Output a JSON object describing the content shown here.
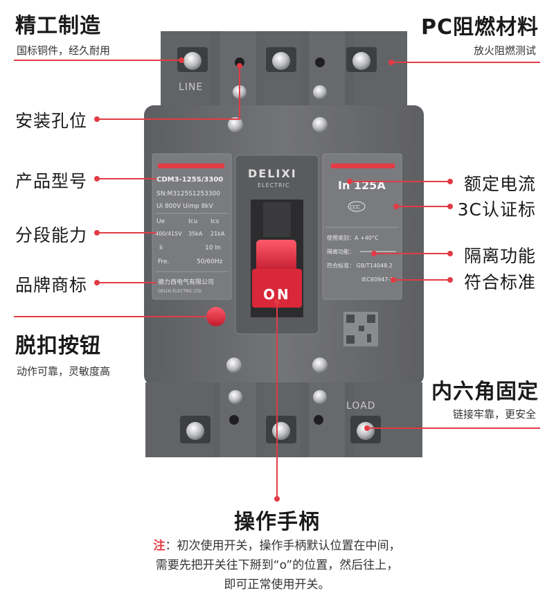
{
  "callouts": {
    "copper": {
      "title": "精工制造",
      "sub": "国标铜件，经久耐用"
    },
    "pc": {
      "title": "PC阻燃材料",
      "sub": "放火阻燃测试"
    },
    "hole": {
      "title": "安装孔位"
    },
    "model": {
      "title": "产品型号"
    },
    "breaking": {
      "title": "分段能力"
    },
    "brand": {
      "title": "品牌商标"
    },
    "release": {
      "title": "脱扣按钮",
      "sub": "动作可靠，灵敏度高"
    },
    "rated": {
      "title": "额定电流"
    },
    "cert": {
      "title": "3C认证标"
    },
    "isolation": {
      "title": "隔离功能"
    },
    "standard": {
      "title": "符合标准"
    },
    "hex": {
      "title": "内六角固定",
      "sub": "链接牢靠，更安全"
    },
    "handle": {
      "title": "操作手柄"
    }
  },
  "device": {
    "line_label": "LINE",
    "load_label": "LOAD",
    "logo": "DELIXI",
    "logo_sub": "ELECTRIC",
    "on_label": "ON",
    "left_plate": {
      "model": "CDM3-125S/3300",
      "serial": "SN:M3125S1253300",
      "voltage": "Ui 800V  Uimp 8kV",
      "h_ue": "Ue",
      "h_icu": "Icu",
      "h_ics": "Ics",
      "r_ue": "400/415V",
      "r_icu": "35kA",
      "r_ics": "21kA",
      "li": "Ii",
      "li_val": "10 In",
      "fre": "Fre.",
      "fre_val": "50/60Hz",
      "brand_cn": "德力西电气有限公司",
      "brand_en": "DELIXI ELECTRIC LTD"
    },
    "right_plate": {
      "rated": "In 125A",
      "ccc": "CCC",
      "usage": "使用类别：A   +40°C",
      "isolation": "隔离功能：",
      "standard": "符合标准：  GB/T14048.2",
      "iec": "IEC60947-2"
    }
  },
  "note": {
    "label": "注",
    "line1": "：初次使用开关，操作手柄默认位置在中间，",
    "line2": "需要先把开关往下掰到“o”的位置，然后往上，",
    "line3": "即可正常使用开关。"
  },
  "colors": {
    "accent": "#e23b45",
    "body": "#6c6d70",
    "plate": "#7a7b7e",
    "switch": "#d8283a"
  }
}
